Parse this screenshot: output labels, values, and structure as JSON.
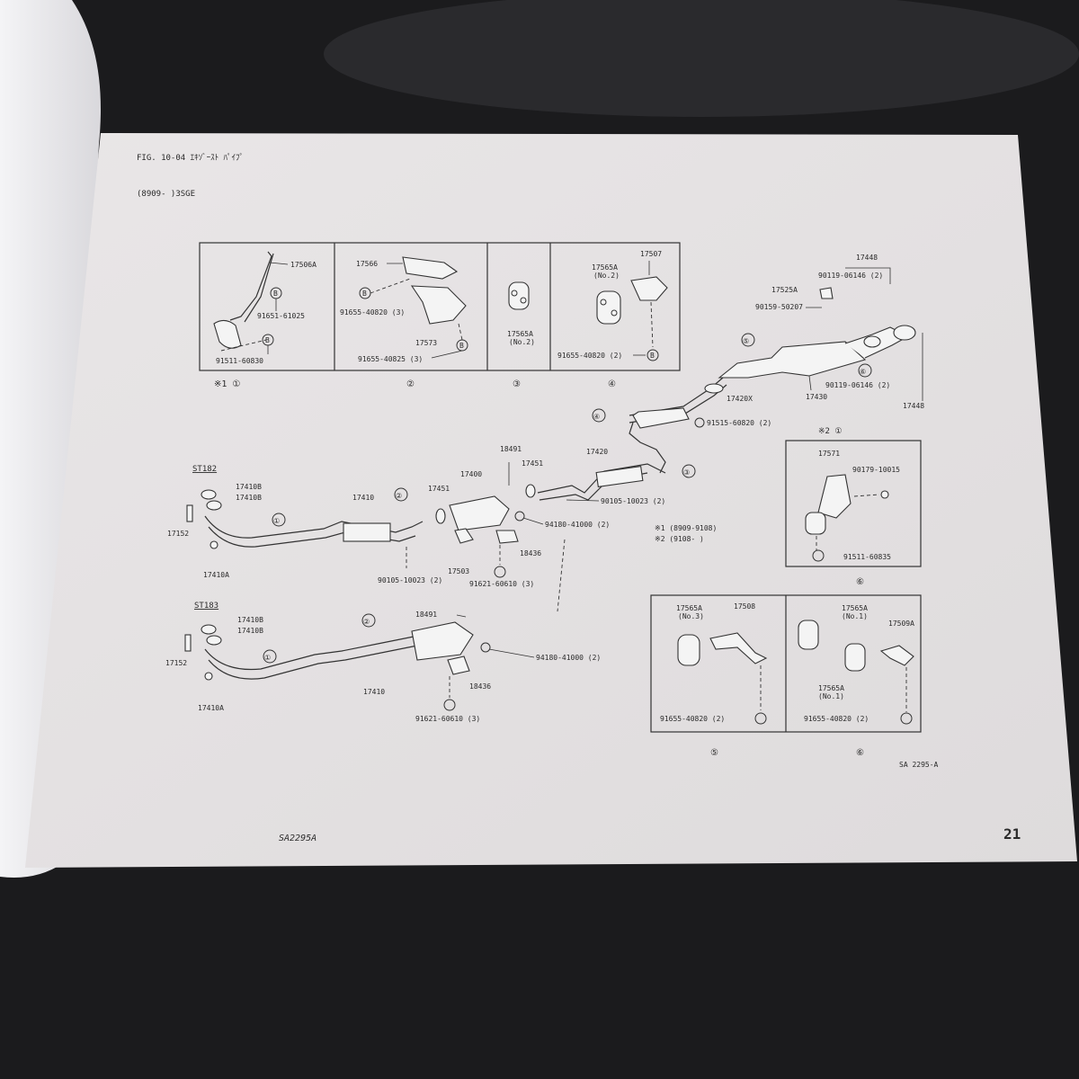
{
  "page": {
    "fig_title": "FIG. 10-04 ｴｷｿﾞｰｽﾄ ﾊﾟｲﾌﾟ",
    "applicability": "(8909-    )3SGE",
    "bottom_code": "SA2295A",
    "ref_code": "SA 2295-A",
    "page_number": "21"
  },
  "detail_panels": [
    {
      "caption": "※1 ①",
      "parts": [
        "17506A",
        "91651-61025",
        "91511-60830"
      ],
      "bolt_mark": "B"
    },
    {
      "caption": "②",
      "parts": [
        "17566",
        "91655-40820 (3)",
        "17573",
        "91655-40825 (3)"
      ],
      "bolt_mark": "B"
    },
    {
      "caption": "③",
      "parts": [
        "17565A",
        "(No.2)"
      ]
    },
    {
      "caption": "④",
      "parts": [
        "17565A",
        "(No.2)",
        "17507",
        "91655-40820 (2)"
      ],
      "bolt_mark": "B"
    }
  ],
  "right_panel_top": {
    "parts": [
      "17448",
      "90119-06146 (2)",
      "17525A",
      "90159-50207",
      "90119-06146 (2)",
      "17448",
      "17430",
      "17420X",
      "91515-60820 (2)"
    ],
    "callouts": [
      "⑤",
      "⑥",
      "④"
    ]
  },
  "main_st182": {
    "label": "ST182",
    "parts": [
      "17410B",
      "17410B",
      "17152",
      "17410A",
      "17410",
      "17451",
      "17400",
      "18491",
      "17451",
      "17420",
      "90105-10023 (2)",
      "94180-41000 (2)",
      "17503",
      "18436",
      "91621-60610 (3)",
      "90105-10023 (2)"
    ],
    "callouts": [
      "①",
      "②",
      "③"
    ]
  },
  "main_st183": {
    "label": "ST183",
    "parts": [
      "17410B",
      "17410B",
      "17152",
      "17410A",
      "17410",
      "18491",
      "94180-41000 (2)",
      "18436",
      "91621-60610 (3)"
    ],
    "callouts": [
      "①",
      "②"
    ]
  },
  "notes": {
    "note1": "※1 (8909-9108)",
    "note2": "※2 (9108-      )"
  },
  "detail_right_1": {
    "caption": "⑥",
    "header": "※2 ①",
    "parts": [
      "17571",
      "90179-10015",
      "91511-60835"
    ]
  },
  "detail_bottom_right": [
    {
      "caption": "⑤",
      "parts": [
        "17565A",
        "(No.3)",
        "17508",
        "91655-40820 (2)"
      ]
    },
    {
      "caption": "⑥",
      "parts": [
        "17565A",
        "(No.1)",
        "17565A",
        "(No.1)",
        "17509A",
        "91655-40820 (2)"
      ]
    }
  ],
  "colors": {
    "background": "#1b1b1d",
    "page": "#ece9ea",
    "ink": "#2a2a2a"
  }
}
